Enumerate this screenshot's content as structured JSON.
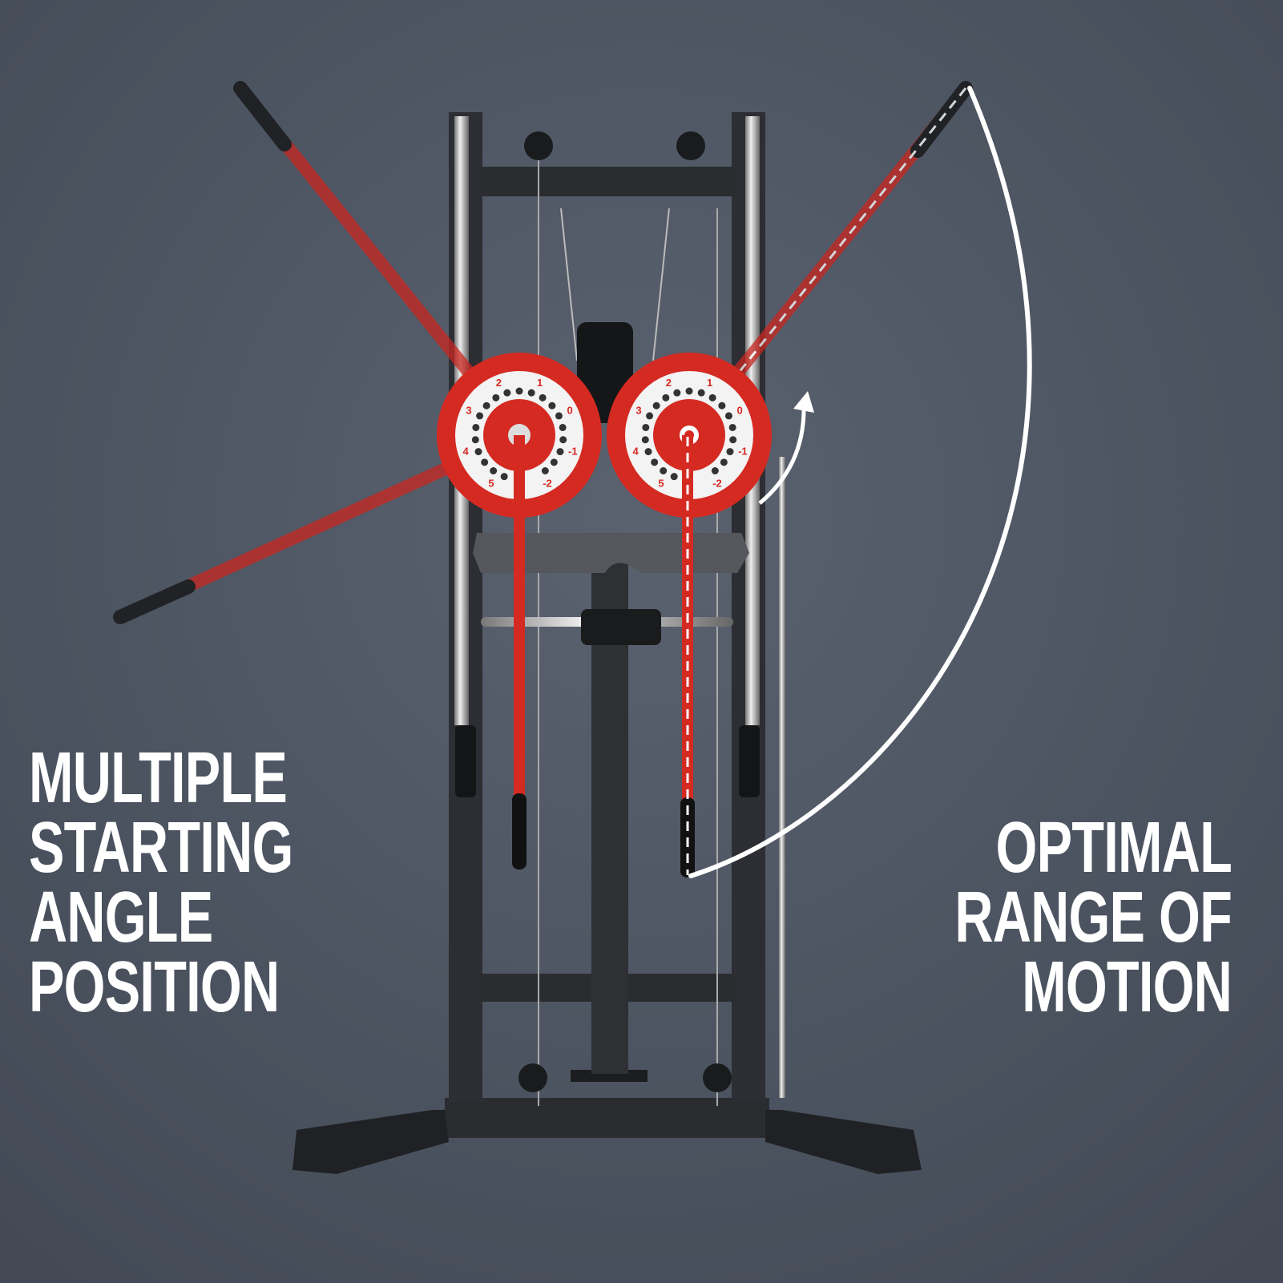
{
  "left_caption": {
    "lines": [
      "MULTIPLE",
      "STARTING",
      "ANGLE",
      "POSITION"
    ]
  },
  "right_caption": {
    "lines": [
      "OPTIMAL",
      "RANGE OF",
      "MOTION"
    ]
  },
  "dial_labels": [
    "5",
    "4",
    "3",
    "2",
    "1",
    "0",
    "-1",
    "-2"
  ],
  "colors": {
    "background": "#4c5461",
    "accent_red": "#d42a22",
    "frame": "#2a2c30",
    "text": "#ffffff"
  }
}
